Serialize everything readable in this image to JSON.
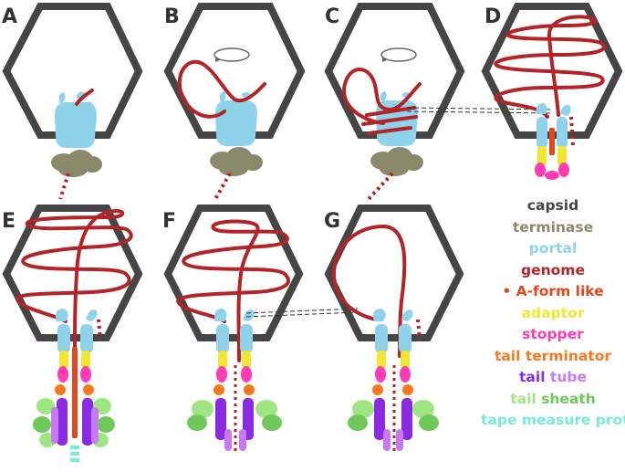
{
  "panels": [
    "A",
    "B",
    "C",
    "D",
    "E",
    "F",
    "G"
  ],
  "legend": {
    "capsid": {
      "label": "capsid",
      "color": "#454545"
    },
    "terminase": {
      "label": "terminase",
      "color": "#8a8a6a"
    },
    "portal": {
      "label": "portal",
      "color": "#8fd3ea"
    },
    "genome": {
      "label": "genome",
      "color": "#b32428"
    },
    "aform": {
      "label": "• A-form like",
      "color": "#e0481e"
    },
    "adaptor": {
      "label": "adaptor",
      "color": "#f2e62e"
    },
    "stopper": {
      "label": "stopper",
      "color": "#ff3cb4"
    },
    "tail_terminator": {
      "label": "tail terminator",
      "color": "#f5791e"
    },
    "tail_tube": {
      "label_a": "tail ",
      "label_b": "tube",
      "color_a": "#8a2be2",
      "color_b": "#c779f0"
    },
    "tail_sheath": {
      "label_a": "tail ",
      "label_b": "sheath",
      "color_a": "#9ee682",
      "color_b": "#6fc95a"
    },
    "tape_measure": {
      "label": "tape measure protein",
      "color": "#74ecd8"
    }
  }
}
